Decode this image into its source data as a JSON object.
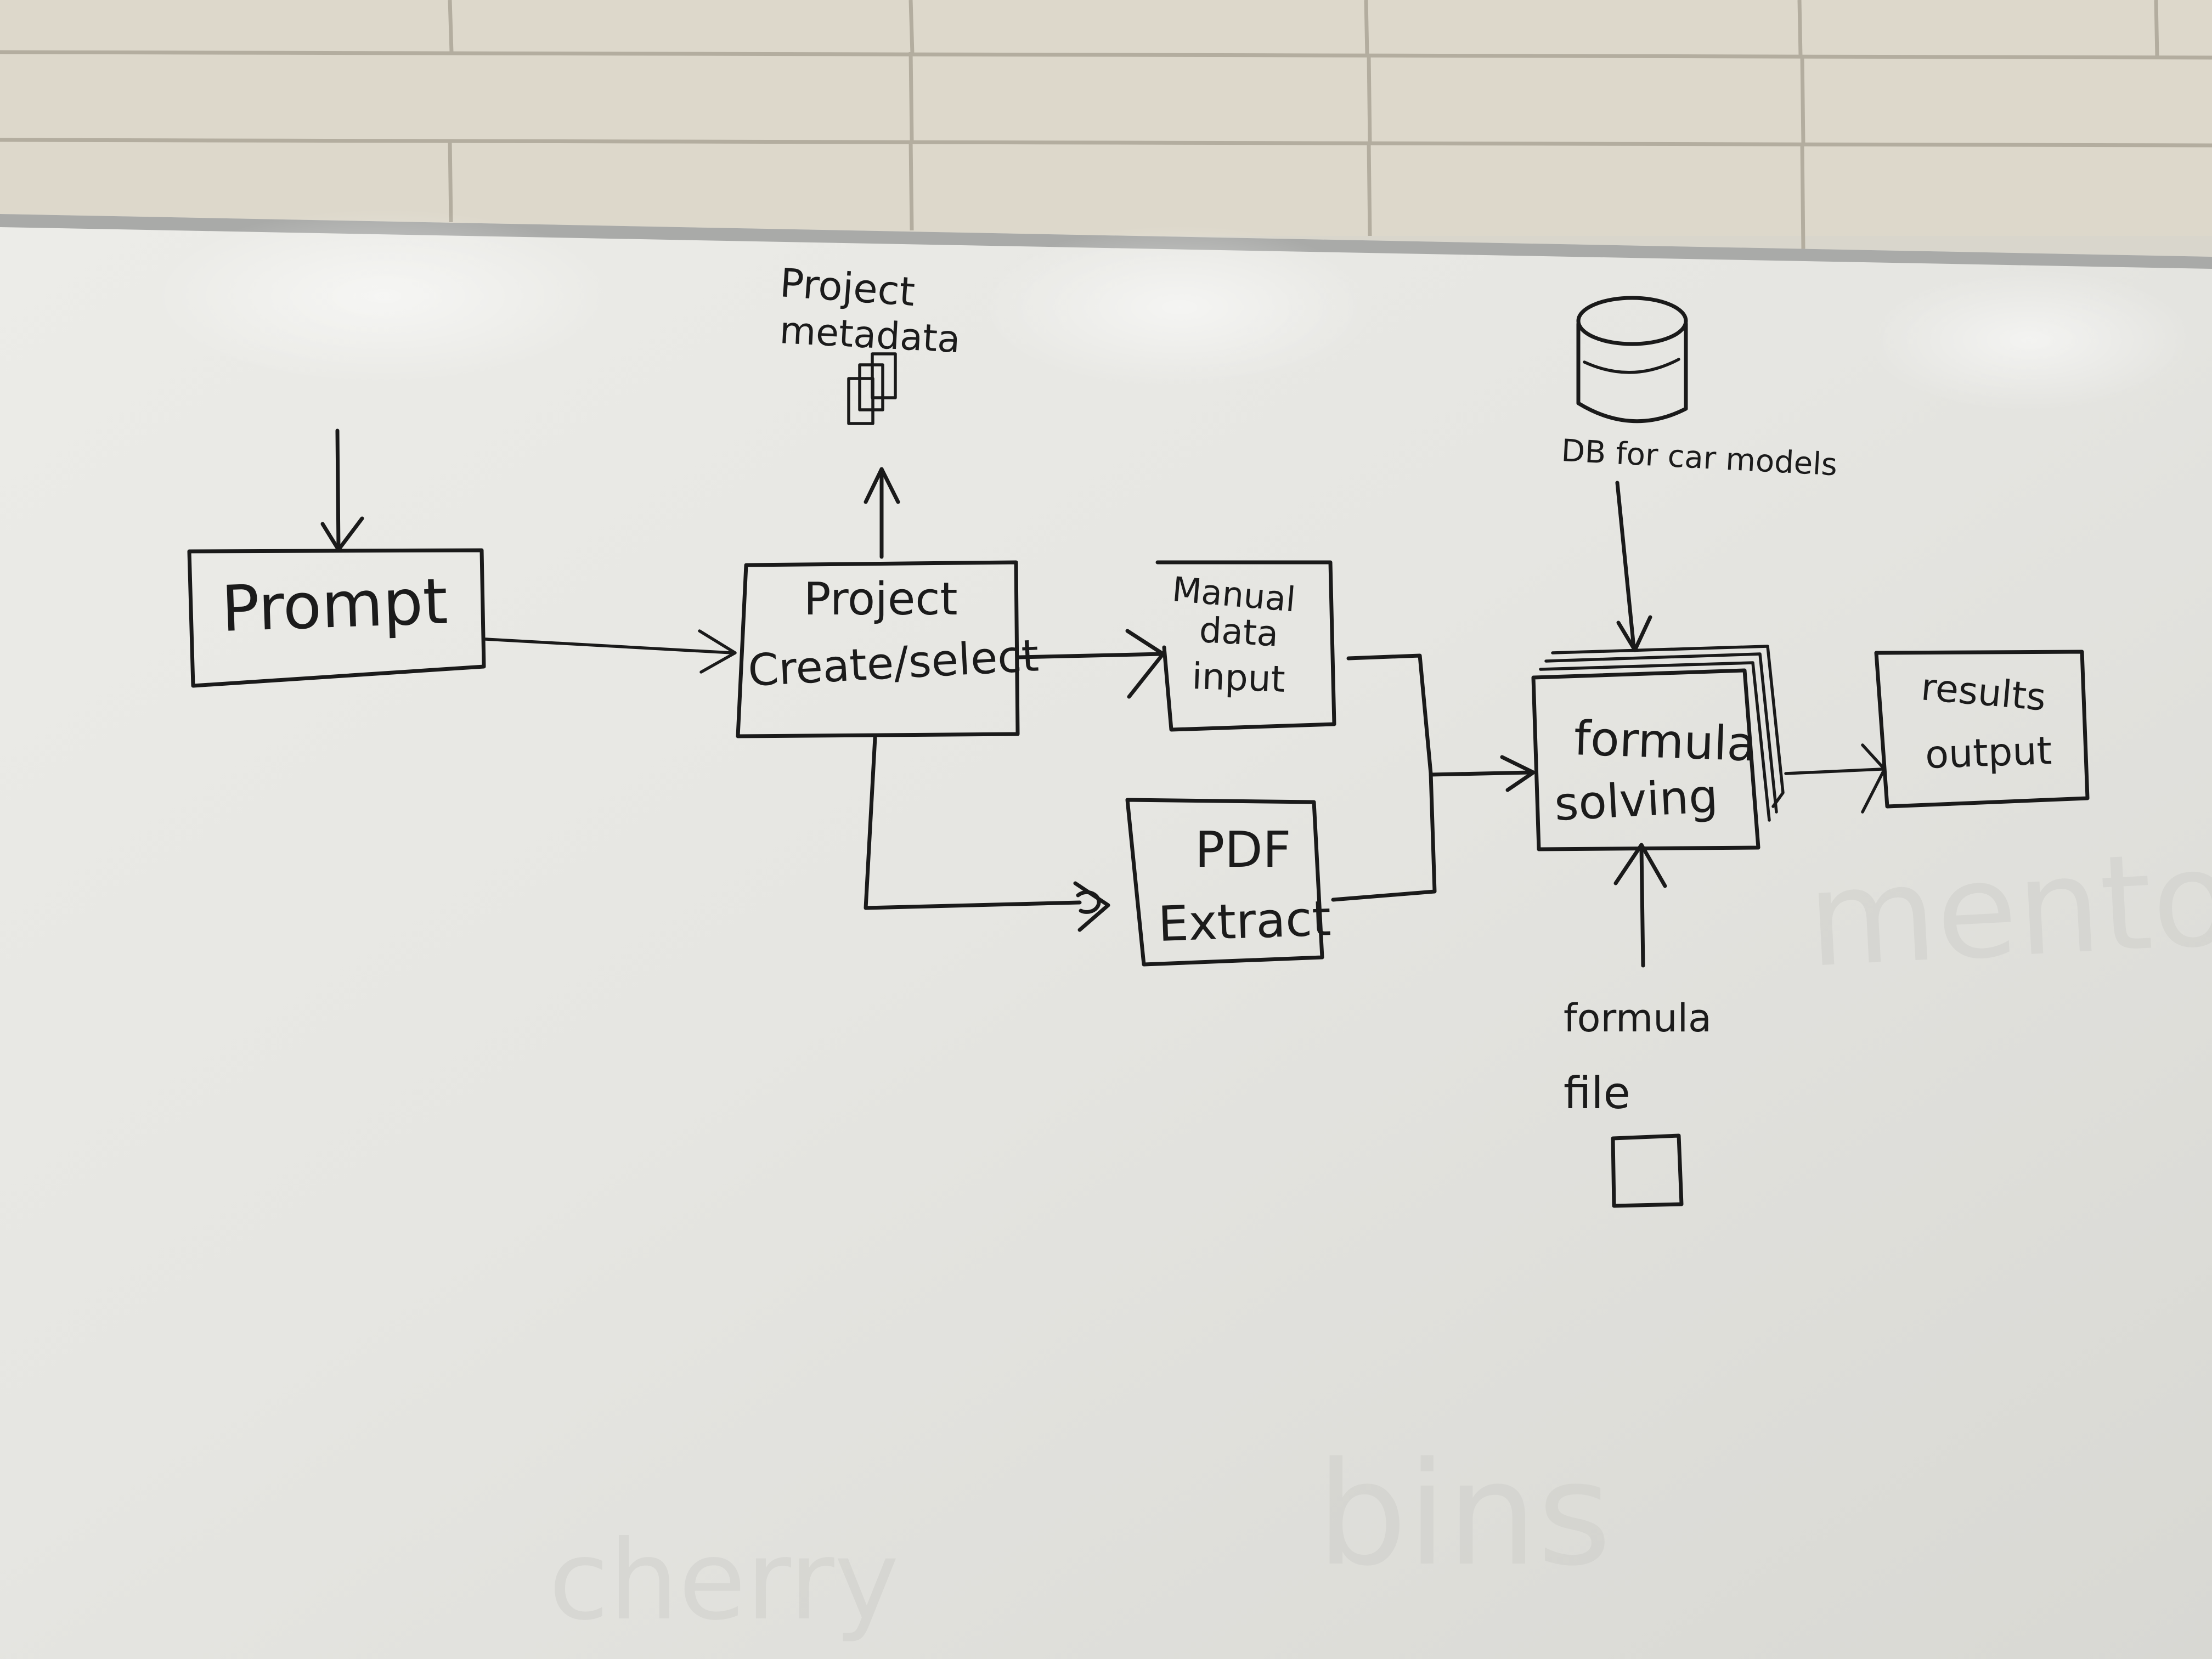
{
  "diagram": {
    "nodes": [
      {
        "id": "prompt",
        "lines": [
          "Prompt"
        ],
        "shape": "box"
      },
      {
        "id": "project",
        "lines": [
          "Project",
          "Create/select"
        ],
        "shape": "box"
      },
      {
        "id": "metadata",
        "lines": [
          "Project",
          "metadata"
        ],
        "shape": "document-stack"
      },
      {
        "id": "manual",
        "lines": [
          "Manual",
          "data",
          "input"
        ],
        "shape": "box"
      },
      {
        "id": "pdf",
        "lines": [
          "PDF",
          "Extract"
        ],
        "shape": "box"
      },
      {
        "id": "db",
        "lines": [
          "DB for car models"
        ],
        "shape": "cylinder"
      },
      {
        "id": "formula_solving",
        "lines": [
          "formula",
          "solving"
        ],
        "shape": "stacked-box"
      },
      {
        "id": "results",
        "lines": [
          "results",
          "output"
        ],
        "shape": "box"
      },
      {
        "id": "formula_file",
        "lines": [
          "formula",
          "file"
        ],
        "shape": "small-square"
      }
    ],
    "edges": [
      {
        "from": "start",
        "to": "prompt"
      },
      {
        "from": "prompt",
        "to": "project"
      },
      {
        "from": "project",
        "to": "metadata"
      },
      {
        "from": "project",
        "to": "manual"
      },
      {
        "from": "project",
        "to": "pdf"
      },
      {
        "from": "manual",
        "to": "formula_solving"
      },
      {
        "from": "pdf",
        "to": "formula_solving"
      },
      {
        "from": "db",
        "to": "formula_solving"
      },
      {
        "from": "formula_file",
        "to": "formula_solving"
      },
      {
        "from": "formula_solving",
        "to": "results"
      }
    ]
  }
}
